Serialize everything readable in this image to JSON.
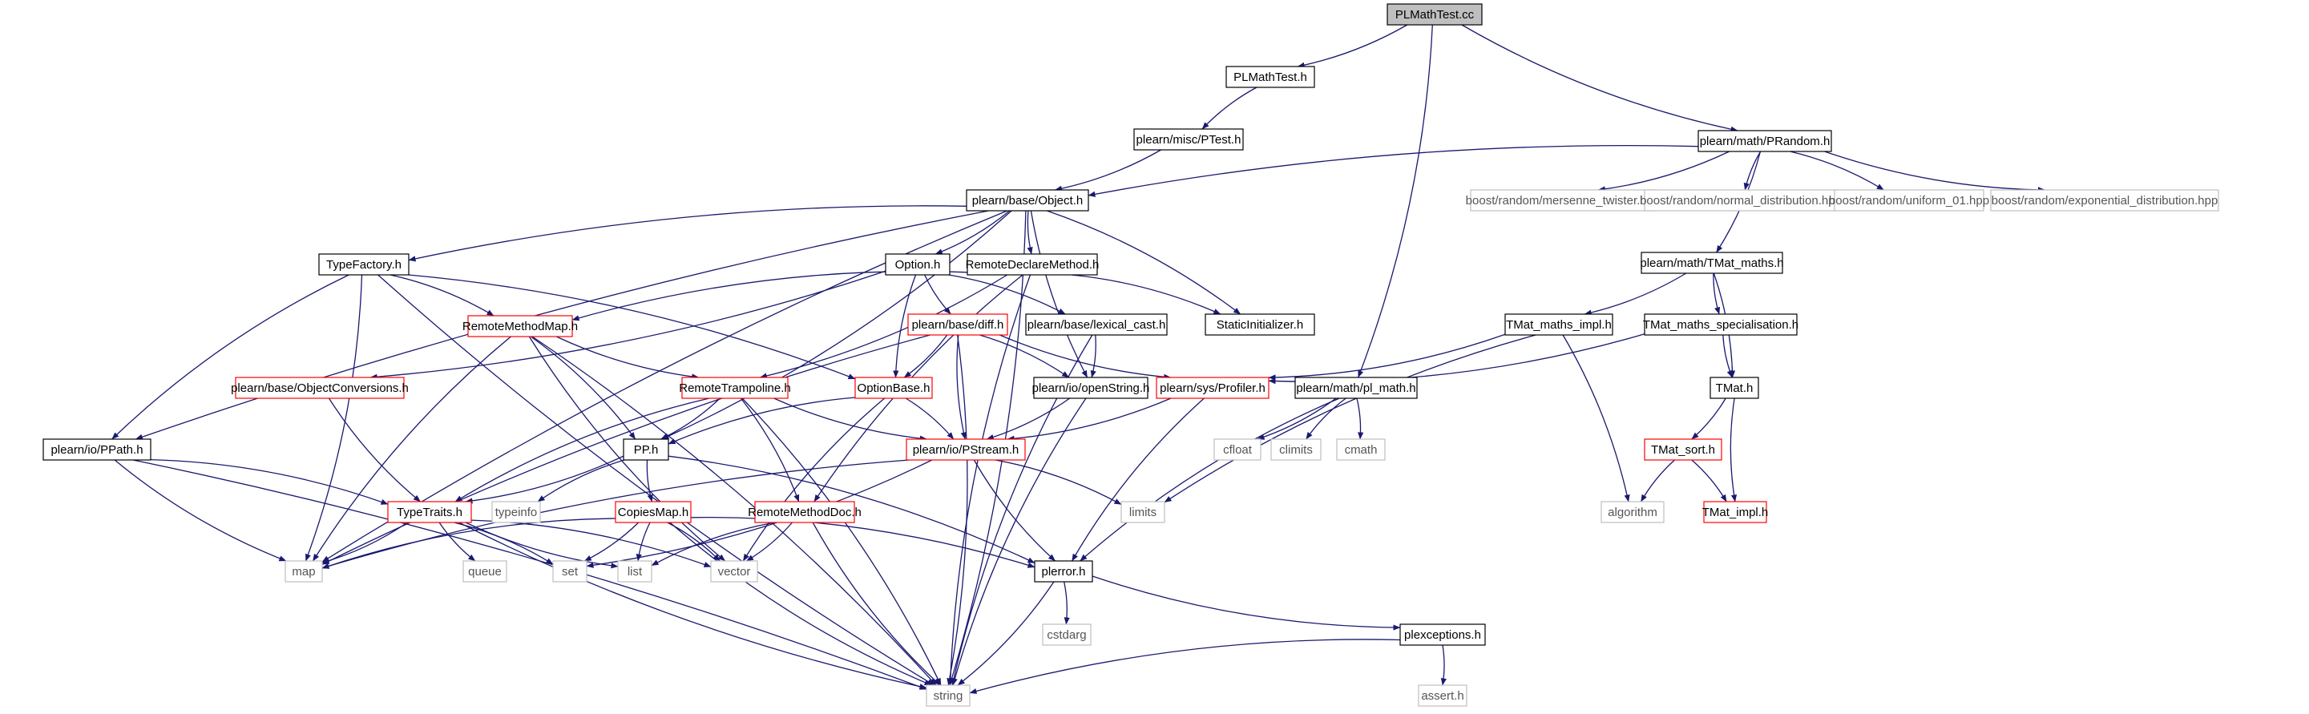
{
  "colors": {
    "edge": "#191970",
    "normal_border": "#000000",
    "link_border": "#ff0000",
    "external_border": "#bfbfbf",
    "root_fill": "#bfbfbf",
    "text": "#000000",
    "external_text": "#555555"
  },
  "nodes": [
    {
      "id": "root",
      "label": "PLMathTest.cc",
      "style": "root"
    },
    {
      "id": "plmathtest_h",
      "label": "PLMathTest.h",
      "style": "normal"
    },
    {
      "id": "ptest",
      "label": "plearn/misc/PTest.h",
      "style": "normal"
    },
    {
      "id": "prandom",
      "label": "plearn/math/PRandom.h",
      "style": "normal"
    },
    {
      "id": "object",
      "label": "plearn/base/Object.h",
      "style": "normal"
    },
    {
      "id": "mersenne",
      "label": "boost/random/mersenne_twister.hpp",
      "style": "external"
    },
    {
      "id": "normal_dist",
      "label": "boost/random/normal_distribution.hpp",
      "style": "external"
    },
    {
      "id": "uniform01",
      "label": "boost/random/uniform_01.hpp",
      "style": "external"
    },
    {
      "id": "exp_dist",
      "label": "boost/random/exponential_distribution.hpp",
      "style": "external"
    },
    {
      "id": "typefactory",
      "label": "TypeFactory.h",
      "style": "normal"
    },
    {
      "id": "option",
      "label": "Option.h",
      "style": "normal"
    },
    {
      "id": "remotedeclare",
      "label": "RemoteDeclareMethod.h",
      "style": "normal"
    },
    {
      "id": "tmatmaths",
      "label": "plearn/math/TMat_maths.h",
      "style": "normal"
    },
    {
      "id": "remotemethodmap",
      "label": "RemoteMethodMap.h",
      "style": "link"
    },
    {
      "id": "diff",
      "label": "plearn/base/diff.h",
      "style": "link"
    },
    {
      "id": "lexical",
      "label": "plearn/base/lexical_cast.h",
      "style": "normal"
    },
    {
      "id": "staticinit",
      "label": "StaticInitializer.h",
      "style": "normal"
    },
    {
      "id": "tmatimpl",
      "label": "TMat_maths_impl.h",
      "style": "normal"
    },
    {
      "id": "tmatspec",
      "label": "TMat_maths_specialisation.h",
      "style": "normal"
    },
    {
      "id": "objconv",
      "label": "plearn/base/ObjectConversions.h",
      "style": "link"
    },
    {
      "id": "remotetramp",
      "label": "RemoteTrampoline.h",
      "style": "link"
    },
    {
      "id": "optionbase",
      "label": "OptionBase.h",
      "style": "link"
    },
    {
      "id": "openstring",
      "label": "plearn/io/openString.h",
      "style": "normal"
    },
    {
      "id": "profiler",
      "label": "plearn/sys/Profiler.h",
      "style": "link"
    },
    {
      "id": "plmath",
      "label": "plearn/math/pl_math.h",
      "style": "normal"
    },
    {
      "id": "tmat",
      "label": "TMat.h",
      "style": "normal"
    },
    {
      "id": "ppath",
      "label": "plearn/io/PPath.h",
      "style": "normal"
    },
    {
      "id": "pp",
      "label": "PP.h",
      "style": "normal"
    },
    {
      "id": "pstream",
      "label": "plearn/io/PStream.h",
      "style": "link"
    },
    {
      "id": "cfloat",
      "label": "cfloat",
      "style": "external"
    },
    {
      "id": "climits",
      "label": "climits",
      "style": "external"
    },
    {
      "id": "cmath",
      "label": "cmath",
      "style": "external"
    },
    {
      "id": "tmatsort",
      "label": "TMat_sort.h",
      "style": "link"
    },
    {
      "id": "typeinfo",
      "label": "typeinfo",
      "style": "external"
    },
    {
      "id": "copiesmap",
      "label": "CopiesMap.h",
      "style": "link"
    },
    {
      "id": "remotemethoddoc",
      "label": "RemoteMethodDoc.h",
      "style": "link"
    },
    {
      "id": "limits",
      "label": "limits",
      "style": "external"
    },
    {
      "id": "algorithm",
      "label": "algorithm",
      "style": "external"
    },
    {
      "id": "tmatimplh",
      "label": "TMat_impl.h",
      "style": "link"
    },
    {
      "id": "typetraits",
      "label": "TypeTraits.h",
      "style": "link"
    },
    {
      "id": "map",
      "label": "map",
      "style": "external"
    },
    {
      "id": "queue",
      "label": "queue",
      "style": "external"
    },
    {
      "id": "set",
      "label": "set",
      "style": "external"
    },
    {
      "id": "list",
      "label": "list",
      "style": "external"
    },
    {
      "id": "vector",
      "label": "vector",
      "style": "external"
    },
    {
      "id": "plerror",
      "label": "plerror.h",
      "style": "normal"
    },
    {
      "id": "cstdarg",
      "label": "cstdarg",
      "style": "external"
    },
    {
      "id": "plexceptions",
      "label": "plexceptions.h",
      "style": "normal"
    },
    {
      "id": "string",
      "label": "string",
      "style": "external"
    },
    {
      "id": "asserth",
      "label": "assert.h",
      "style": "external"
    }
  ],
  "edges": [
    [
      "root",
      "plmathtest_h"
    ],
    [
      "root",
      "prandom"
    ],
    [
      "root",
      "plmath"
    ],
    [
      "plmathtest_h",
      "ptest"
    ],
    [
      "ptest",
      "object"
    ],
    [
      "prandom",
      "object"
    ],
    [
      "prandom",
      "mersenne"
    ],
    [
      "prandom",
      "normal_dist"
    ],
    [
      "prandom",
      "uniform01"
    ],
    [
      "prandom",
      "exp_dist"
    ],
    [
      "prandom",
      "tmatmaths"
    ],
    [
      "object",
      "typefactory"
    ],
    [
      "object",
      "option"
    ],
    [
      "object",
      "remotedeclare"
    ],
    [
      "object",
      "staticinit"
    ],
    [
      "object",
      "ppath"
    ],
    [
      "object",
      "pp"
    ],
    [
      "object",
      "map"
    ],
    [
      "object",
      "string"
    ],
    [
      "object",
      "openstring"
    ],
    [
      "typefactory",
      "remotemethodmap"
    ],
    [
      "typefactory",
      "ppath"
    ],
    [
      "typefactory",
      "map"
    ],
    [
      "typefactory",
      "string"
    ],
    [
      "typefactory",
      "optionbase"
    ],
    [
      "option",
      "diff"
    ],
    [
      "option",
      "lexical"
    ],
    [
      "option",
      "optionbase"
    ],
    [
      "option",
      "objconv"
    ],
    [
      "remotedeclare",
      "remotemethodmap"
    ],
    [
      "remotedeclare",
      "remotetramp"
    ],
    [
      "remotedeclare",
      "remotemethoddoc"
    ],
    [
      "remotedeclare",
      "staticinit"
    ],
    [
      "remotedeclare",
      "string"
    ],
    [
      "tmatmaths",
      "tmatimpl"
    ],
    [
      "tmatmaths",
      "tmatspec"
    ],
    [
      "tmatmaths",
      "tmat"
    ],
    [
      "remotemethodmap",
      "remotetramp"
    ],
    [
      "remotemethodmap",
      "pp"
    ],
    [
      "remotemethodmap",
      "map"
    ],
    [
      "remotemethodmap",
      "string"
    ],
    [
      "remotemethodmap",
      "vector"
    ],
    [
      "diff",
      "optionbase"
    ],
    [
      "diff",
      "pstream"
    ],
    [
      "diff",
      "openstring"
    ],
    [
      "diff",
      "map"
    ],
    [
      "diff",
      "string"
    ],
    [
      "diff",
      "profiler"
    ],
    [
      "lexical",
      "openstring"
    ],
    [
      "lexical",
      "string"
    ],
    [
      "tmatimpl",
      "algorithm"
    ],
    [
      "tmatimpl",
      "limits"
    ],
    [
      "tmatimpl",
      "profiler"
    ],
    [
      "tmatspec",
      "tmat"
    ],
    [
      "tmatspec",
      "profiler"
    ],
    [
      "objconv",
      "typetraits"
    ],
    [
      "remotetramp",
      "pp"
    ],
    [
      "remotetramp",
      "pstream"
    ],
    [
      "remotetramp",
      "remotemethoddoc"
    ],
    [
      "remotetramp",
      "typetraits"
    ],
    [
      "remotetramp",
      "string"
    ],
    [
      "optionbase",
      "pp"
    ],
    [
      "optionbase",
      "pstream"
    ],
    [
      "optionbase",
      "vector"
    ],
    [
      "openstring",
      "pstream"
    ],
    [
      "openstring",
      "string"
    ],
    [
      "profiler",
      "pstream"
    ],
    [
      "profiler",
      "plerror"
    ],
    [
      "plmath",
      "cfloat"
    ],
    [
      "plmath",
      "climits"
    ],
    [
      "plmath",
      "cmath"
    ],
    [
      "plmath",
      "plerror"
    ],
    [
      "tmat",
      "tmatsort"
    ],
    [
      "tmat",
      "tmatimplh"
    ],
    [
      "ppath",
      "typetraits"
    ],
    [
      "ppath",
      "map"
    ],
    [
      "ppath",
      "string"
    ],
    [
      "pp",
      "copiesmap"
    ],
    [
      "pp",
      "typetraits"
    ],
    [
      "pp",
      "typeinfo"
    ],
    [
      "pp",
      "plerror"
    ],
    [
      "pstream",
      "plerror"
    ],
    [
      "pstream",
      "limits"
    ],
    [
      "pstream",
      "map"
    ],
    [
      "pstream",
      "set"
    ],
    [
      "tmatsort",
      "algorithm"
    ],
    [
      "tmatsort",
      "tmatimplh"
    ],
    [
      "copiesmap",
      "map"
    ],
    [
      "copiesmap",
      "set"
    ],
    [
      "copiesmap",
      "list"
    ],
    [
      "copiesmap",
      "vector"
    ],
    [
      "copiesmap",
      "string"
    ],
    [
      "copiesmap",
      "plerror"
    ],
    [
      "remotemethoddoc",
      "list"
    ],
    [
      "remotemethoddoc",
      "vector"
    ],
    [
      "remotemethoddoc",
      "string"
    ],
    [
      "typetraits",
      "map"
    ],
    [
      "typetraits",
      "queue"
    ],
    [
      "typetraits",
      "set"
    ],
    [
      "typetraits",
      "list"
    ],
    [
      "typetraits",
      "vector"
    ],
    [
      "typetraits",
      "string"
    ],
    [
      "plerror",
      "cstdarg"
    ],
    [
      "plerror",
      "plexceptions"
    ],
    [
      "plerror",
      "string"
    ],
    [
      "plexceptions",
      "string"
    ],
    [
      "plexceptions",
      "asserth"
    ]
  ]
}
